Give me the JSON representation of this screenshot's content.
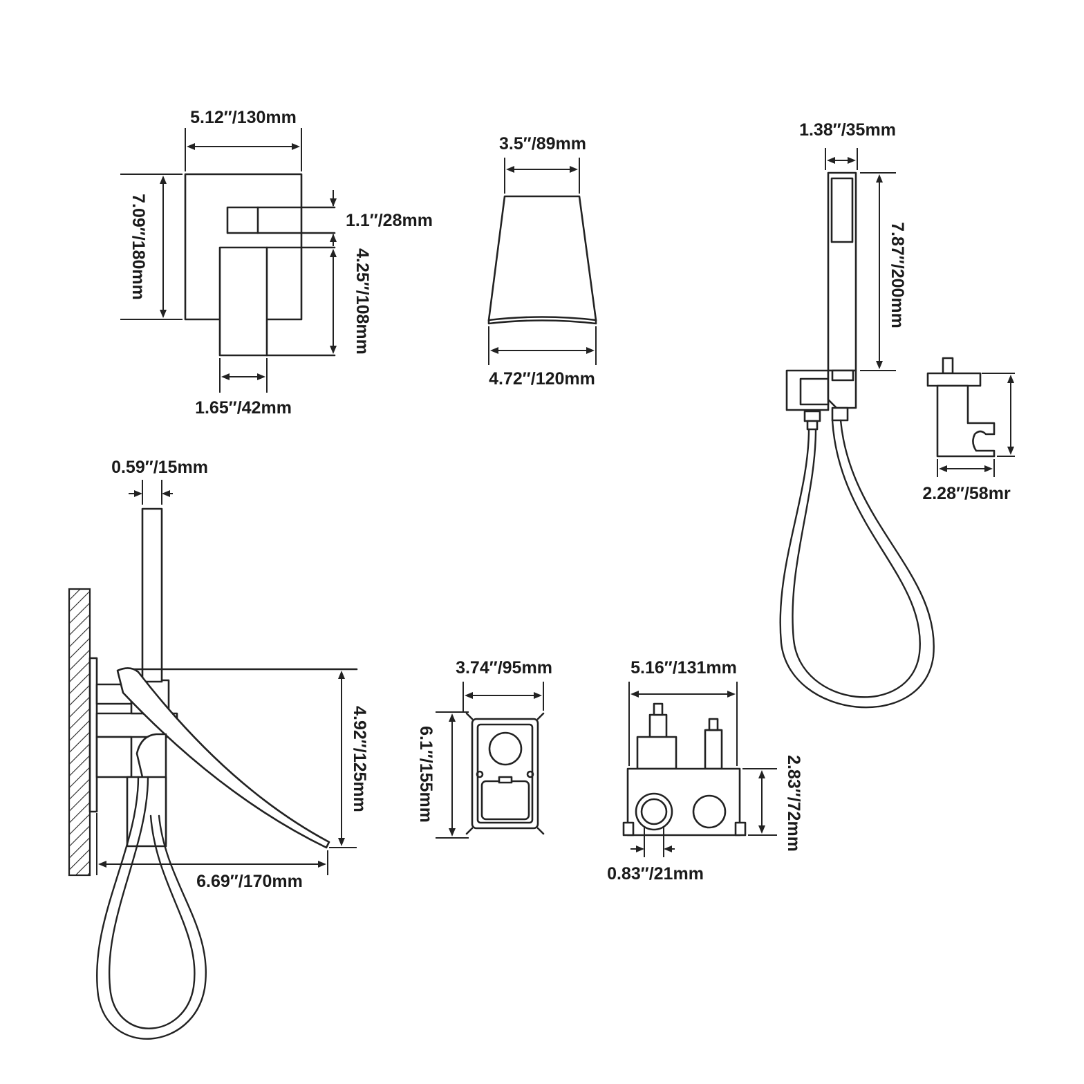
{
  "colors": {
    "line": "#222222",
    "background": "#ffffff"
  },
  "dimensions": {
    "lever_width": "5.12″/130mm",
    "lever_height": "7.09″/180mm",
    "handle_height": "1.1″/28mm",
    "lever_body_height": "4.25″/108mm",
    "lever_body_width": "1.65″/42mm",
    "spout_top_width": "3.5″/89mm",
    "spout_bottom_width": "4.72″/120mm",
    "handset_width": "1.38″/35mm",
    "handset_length": "7.87″/200mm",
    "holder_width": "2.28″/58mr",
    "side_thickness": "0.59″/15mm",
    "side_height": "4.92″/125mm",
    "side_depth": "6.69″/170mm",
    "plate_width": "3.74″/95mm",
    "plate_height": "6.1″/155mm",
    "valve_width": "5.16″/131mm",
    "valve_height": "2.83″/72mm",
    "valve_port": "0.83″/21mm"
  }
}
